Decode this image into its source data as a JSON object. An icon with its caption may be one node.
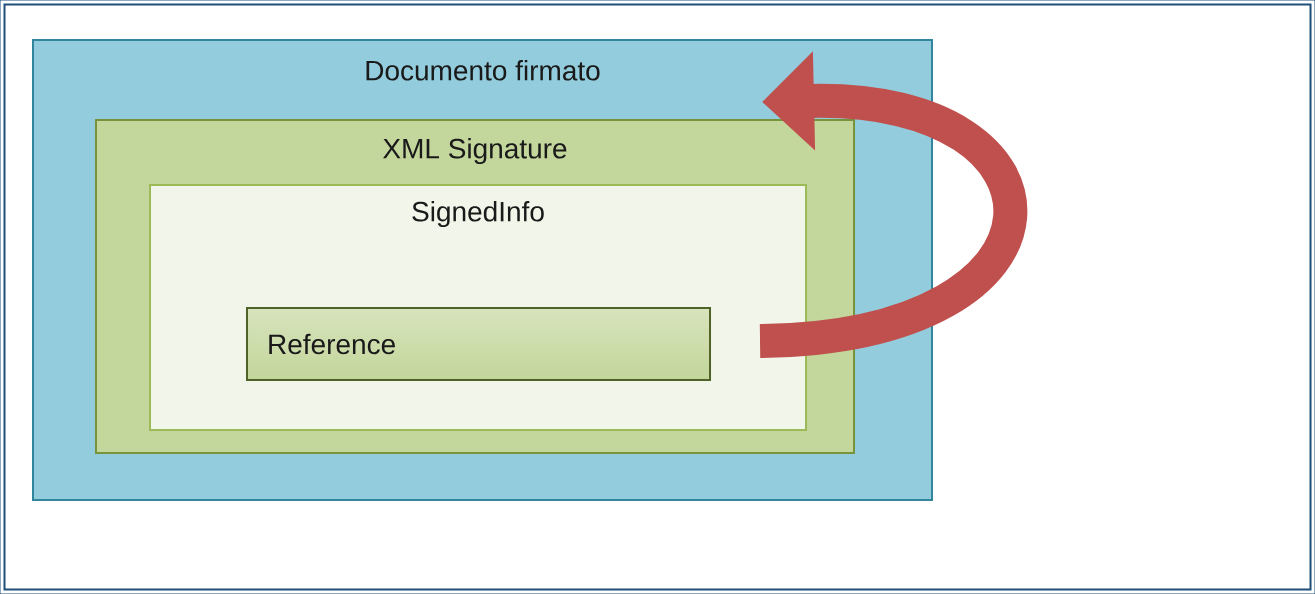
{
  "diagram": {
    "nodes": [
      {
        "text": [
          "Documento firmato"
        ]
      },
      {
        "text": [
          "XML Signature"
        ],
        "in": 0
      },
      {
        "text": [
          "SignedInfo"
        ],
        "in": 1
      },
      {
        "text": [
          "Reference"
        ],
        "in": 2
      }
    ],
    "edges": [
      {
        "from": 3,
        "to": 0,
        "arrow": "to",
        "color": "#c0504d"
      }
    ]
  }
}
